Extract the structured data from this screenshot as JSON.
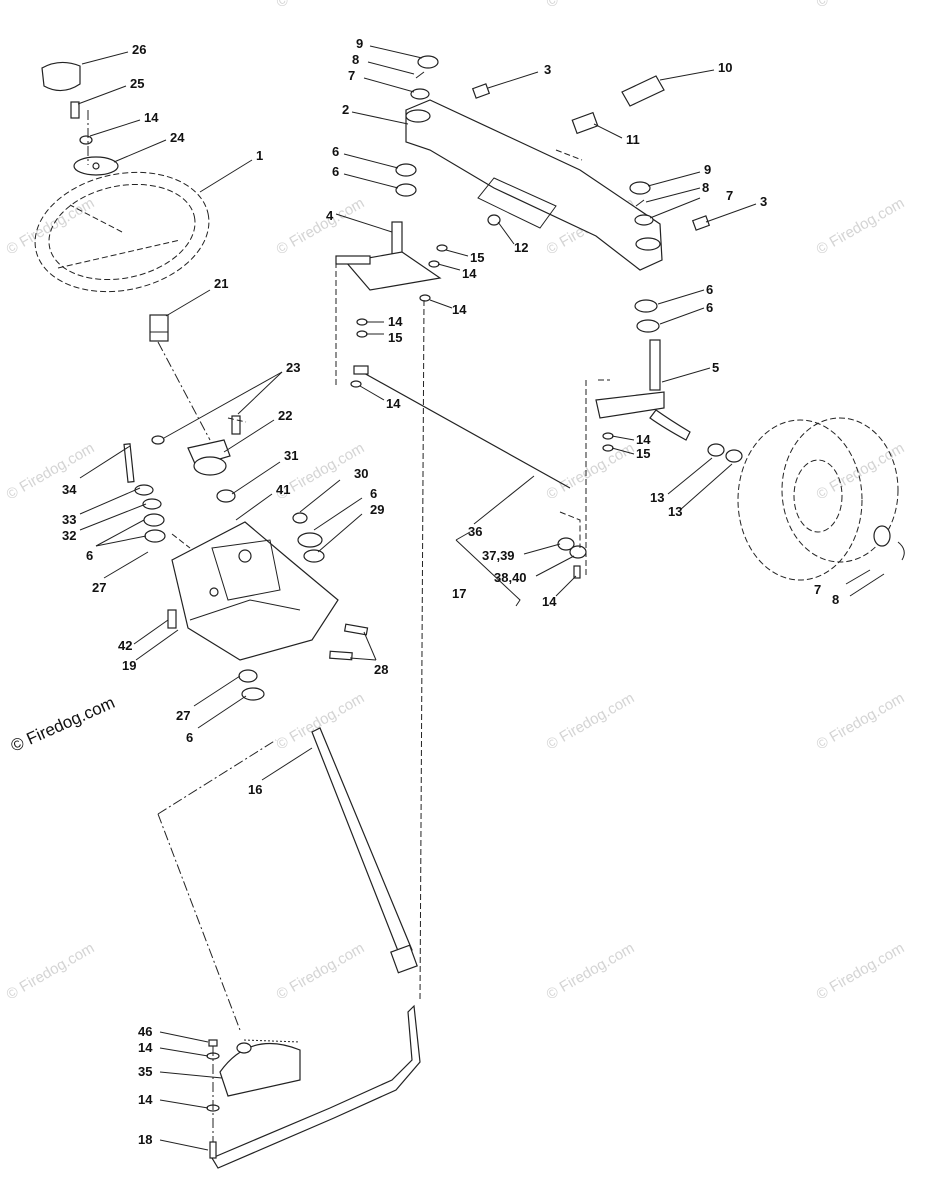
{
  "watermark_text": "© Firedog.com",
  "copyright_notice": "© Firedog.com",
  "callouts": {
    "c1": "1",
    "c2": "2",
    "c3a": "3",
    "c3b": "3",
    "c4": "4",
    "c5": "5",
    "c6a": "6",
    "c6b": "6",
    "c6c": "6",
    "c6d": "6",
    "c6e": "6",
    "c6f": "6",
    "c6g": "6",
    "c7a": "7",
    "c7b": "7",
    "c7c": "7",
    "c8a": "8",
    "c8b": "8",
    "c8c": "8",
    "c9a": "9",
    "c9b": "9",
    "c10": "10",
    "c11": "11",
    "c12": "12",
    "c13a": "13",
    "c13b": "13",
    "c14a": "14",
    "c14b": "14",
    "c14c": "14",
    "c14d": "14",
    "c14e": "14",
    "c14f": "14",
    "c14g": "14",
    "c14h": "14",
    "c14i": "14",
    "c15a": "15",
    "c15b": "15",
    "c15c": "15",
    "c16": "16",
    "c17": "17",
    "c18": "18",
    "c19": "19",
    "c21": "21",
    "c22": "22",
    "c23": "23",
    "c24": "24",
    "c25": "25",
    "c26": "26",
    "c27a": "27",
    "c27b": "27",
    "c28": "28",
    "c29": "29",
    "c30": "30",
    "c31": "31",
    "c32": "32",
    "c33": "33",
    "c34": "34",
    "c35": "35",
    "c36": "36",
    "c3739": "37,39",
    "c3840": "38,40",
    "c41": "41",
    "c42": "42",
    "c46": "46"
  }
}
